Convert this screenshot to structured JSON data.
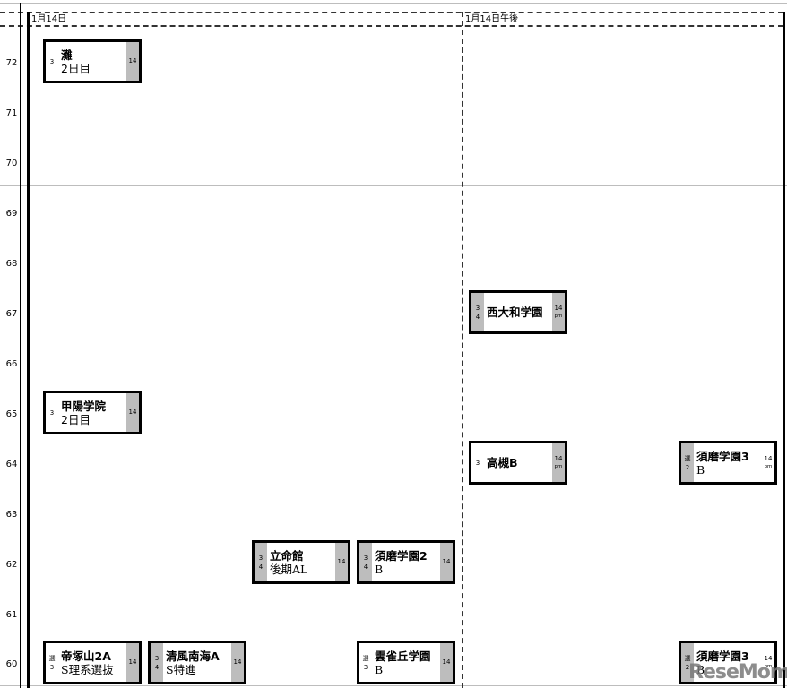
{
  "columns": [
    {
      "header": "1月14日"
    },
    {
      "header": "1月14日午後"
    }
  ],
  "rows": [
    "72",
    "71",
    "70",
    "69",
    "68",
    "67",
    "66",
    "65",
    "64",
    "63",
    "62",
    "61",
    "60"
  ],
  "cards": [
    {
      "name": "灘",
      "sub": "2日目",
      "left": [
        "3"
      ],
      "right": [
        "14"
      ],
      "pm": false
    },
    {
      "name": "甲陽学院",
      "sub": "2日目",
      "left": [
        "3"
      ],
      "right": [
        "14"
      ],
      "pm": false
    },
    {
      "name": "立命館",
      "sub": "後期AL",
      "left": [
        "3",
        "4"
      ],
      "right": [
        "14"
      ],
      "pm": false
    },
    {
      "name": "須磨学園2",
      "sub": "B",
      "left": [
        "3",
        "4"
      ],
      "right": [
        "14"
      ],
      "pm": false
    },
    {
      "name": "帝塚山2A",
      "sub": "S理系選抜",
      "left": [
        "選",
        "3"
      ],
      "right": [
        "14"
      ],
      "pm": false
    },
    {
      "name": "清風南海A",
      "sub": "S特進",
      "left": [
        "3",
        "4"
      ],
      "right": [
        "14"
      ],
      "pm": false
    },
    {
      "name": "雲雀丘学園",
      "sub": "B",
      "left": [
        "選",
        "3"
      ],
      "right": [
        "14"
      ],
      "pm": false
    },
    {
      "name": "西大和学園",
      "sub": "",
      "left": [
        "3",
        "4"
      ],
      "right": [
        "14",
        "pm"
      ],
      "pm": true
    },
    {
      "name": "高槻B",
      "sub": "",
      "left": [
        "3"
      ],
      "right": [
        "14",
        "pm"
      ],
      "pm": true
    },
    {
      "name": "須磨学園3",
      "sub": "B",
      "left": [
        "選",
        "2"
      ],
      "right": [
        "14",
        "pm"
      ],
      "pm": true
    },
    {
      "name": "須磨学園3",
      "sub": "B",
      "left": [
        "選",
        "2"
      ],
      "right": [
        "14",
        "pm"
      ],
      "pm": true
    }
  ],
  "watermark": "ReseMom"
}
